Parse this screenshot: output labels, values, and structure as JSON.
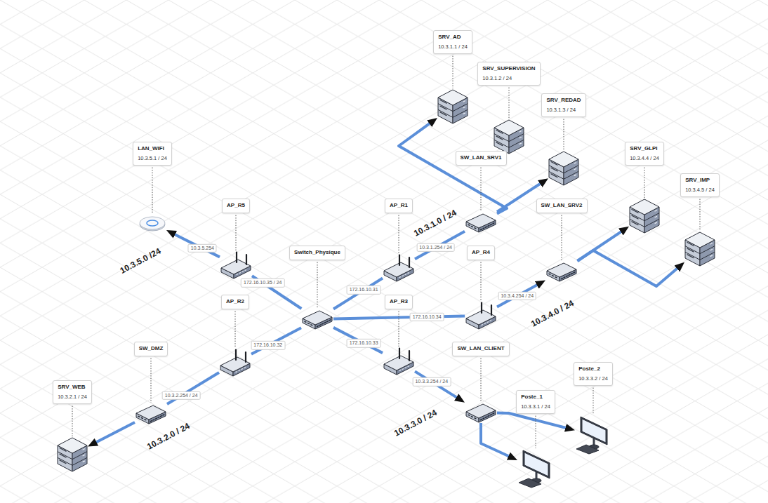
{
  "diagram": {
    "nodes": [
      {
        "text": [
          "SRV_AD",
          "10.3.1.1 / 24"
        ]
      },
      {
        "text": [
          "SRV_SUPERVISION",
          "10.3.1.2 / 24"
        ]
      },
      {
        "text": [
          "SRV_REDAD",
          "10.3.1.3 / 24"
        ]
      },
      {
        "text": [
          "LAN_WIFI",
          "10.3.5.1 / 24"
        ]
      },
      {
        "text": [
          "SW_LAN_SRV1"
        ]
      },
      {
        "text": [
          "SRV_GLPI",
          "10.3.4.4 / 24"
        ]
      },
      {
        "text": [
          "SRV_IMP",
          "10.3.4.5 / 24"
        ]
      },
      {
        "text": [
          "AP_R5"
        ]
      },
      {
        "text": [
          "AP_R1"
        ]
      },
      {
        "text": [
          "SW_LAN_SRV2"
        ]
      },
      {
        "text": [
          "Switch_Physique"
        ]
      },
      {
        "text": [
          "AP_R4"
        ]
      },
      {
        "text": [
          "AP_R2"
        ]
      },
      {
        "text": [
          "AP_R3"
        ]
      },
      {
        "text": [
          "SW_DMZ"
        ]
      },
      {
        "text": [
          "SRV_WEB",
          "10.3.2.1 / 24"
        ]
      },
      {
        "text": [
          "SW_LAN_CLIENT"
        ]
      },
      {
        "text": [
          "Poste_2",
          "10.3.3.2 / 24"
        ]
      },
      {
        "text": [
          "Poste_1",
          "10.3.3.1 / 24"
        ]
      }
    ],
    "edges": [
      {
        "from": 7,
        "to": 3,
        "arrow": "to",
        "label": "10.3.5.254"
      },
      {
        "from": 10,
        "to": 7,
        "arrow": "none",
        "label": "172.16.10.35 / 24"
      },
      {
        "from": 10,
        "to": 8,
        "arrow": "none",
        "label": "172.16.10.31"
      },
      {
        "from": 8,
        "to": 4,
        "arrow": "none",
        "label": "10.3.1.254 / 24"
      },
      {
        "from": 4,
        "to": 0,
        "arrow": "to"
      },
      {
        "from": 4,
        "to": 2,
        "arrow": "to"
      },
      {
        "from": 10,
        "to": 11,
        "arrow": "none",
        "label": "172.16.10.34"
      },
      {
        "from": 11,
        "to": 9,
        "arrow": "to",
        "label": "10.3.4.254 / 24"
      },
      {
        "from": 9,
        "to": 5,
        "arrow": "to"
      },
      {
        "from": 9,
        "to": 6,
        "arrow": "to"
      },
      {
        "from": 10,
        "to": 12,
        "arrow": "none",
        "label": "172.16.10.32"
      },
      {
        "from": 12,
        "to": 14,
        "arrow": "none",
        "label": "10.3.2.254 / 24"
      },
      {
        "from": 14,
        "to": 15,
        "arrow": "to"
      },
      {
        "from": 10,
        "to": 13,
        "arrow": "none",
        "label": "172.16.10.33"
      },
      {
        "from": 13,
        "to": 16,
        "arrow": "to",
        "label": "10.3.3.254 / 24"
      },
      {
        "from": 16,
        "to": 17,
        "arrow": "to"
      },
      {
        "from": 16,
        "to": 18,
        "arrow": "to"
      }
    ],
    "labels": [
      "10.3.5.0 /24",
      "10.3.1.0 / 24",
      "10.3.4.0 / 24",
      "10.3.2.0 / 24",
      "10.3.3.0 / 24"
    ]
  }
}
